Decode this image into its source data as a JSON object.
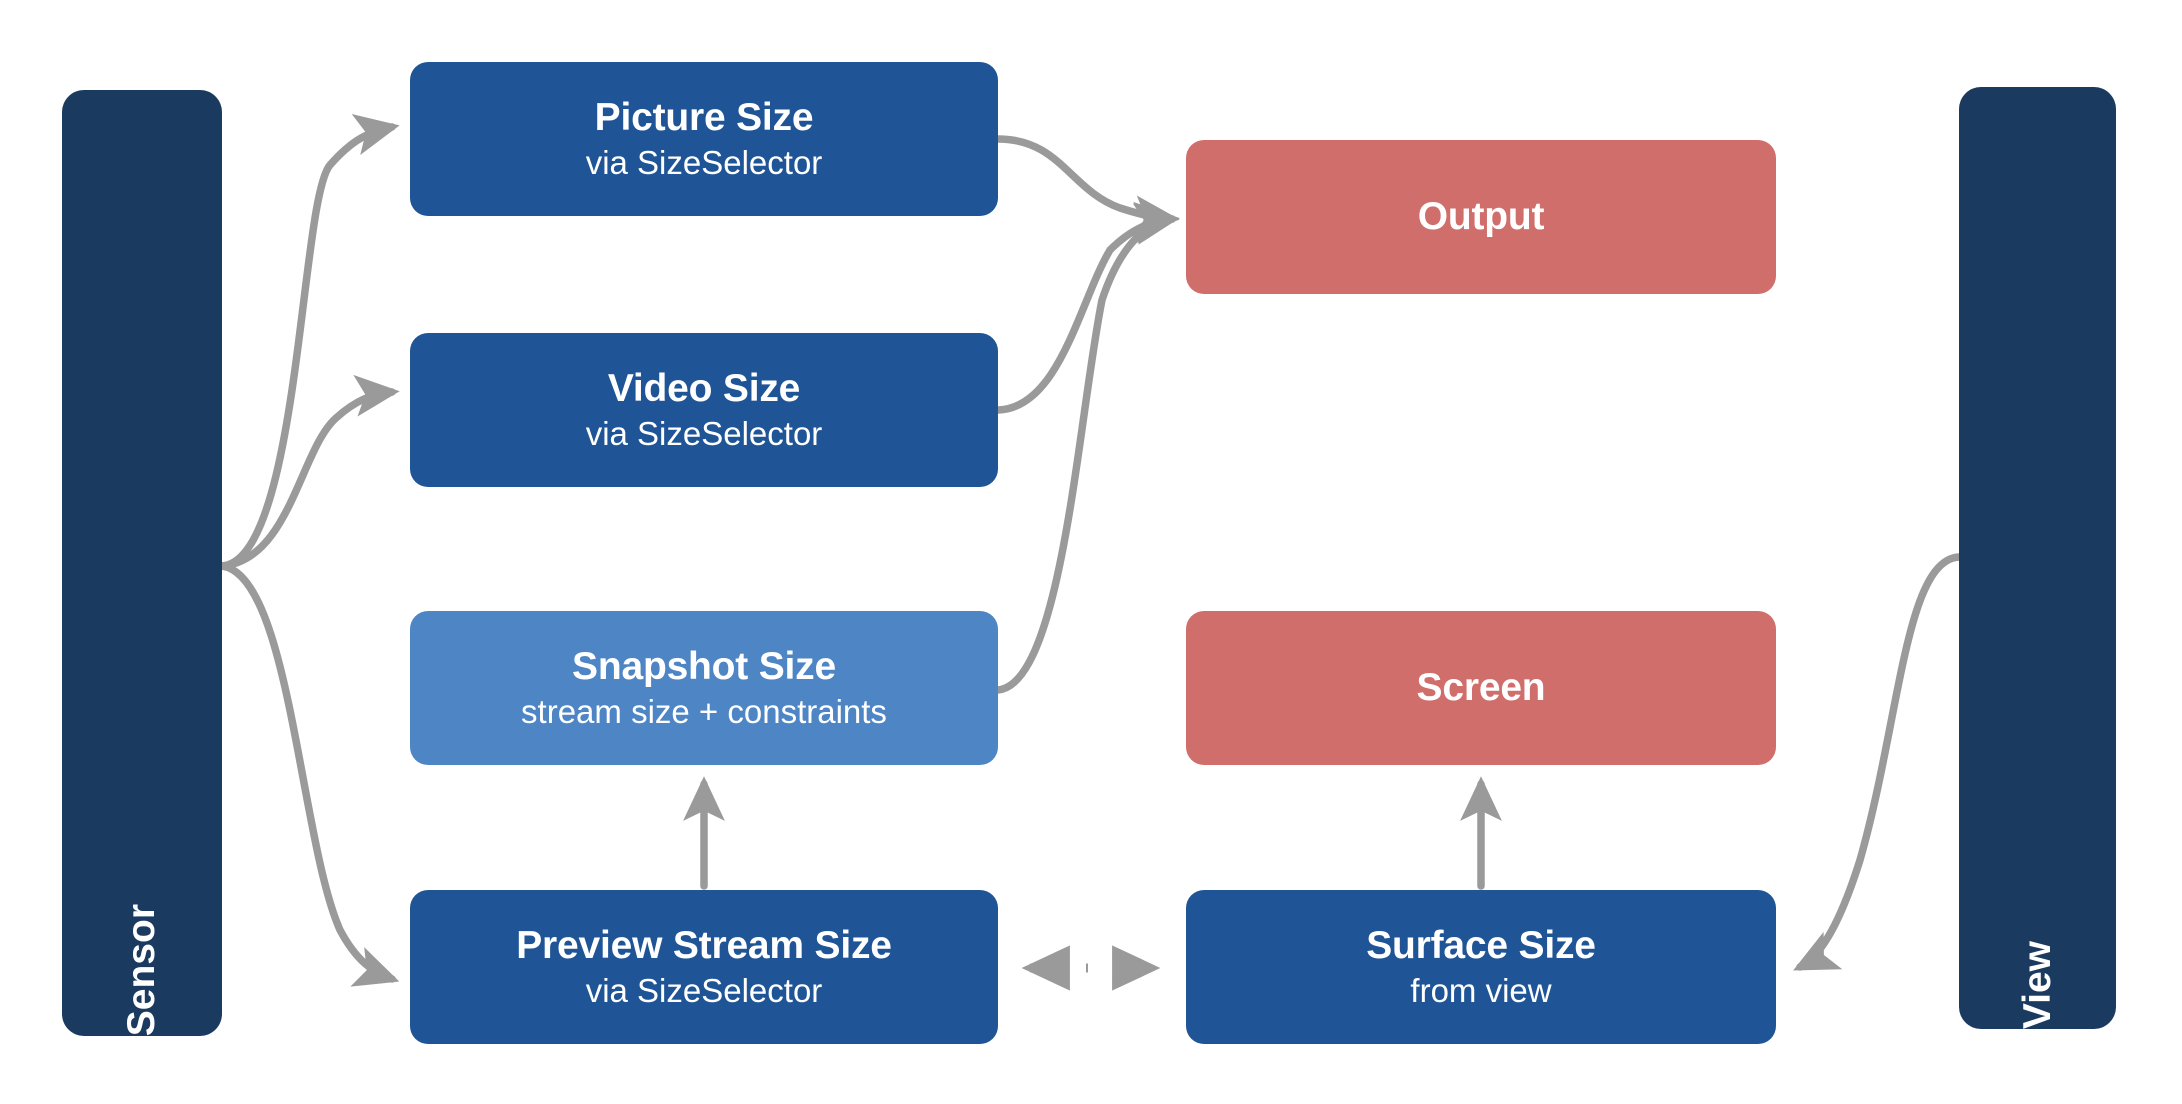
{
  "diagram": {
    "background": "#ffffff",
    "edge_color": "#9a9a9a",
    "lanes": [
      {
        "id": "sensor",
        "label": "Sensor",
        "color": "#1b3a5f"
      },
      {
        "id": "view",
        "label": "View",
        "color": "#1b3a5f"
      }
    ],
    "nodes": [
      {
        "id": "picture",
        "title": "Picture Size",
        "subtitle": "via SizeSelector",
        "color": "#1f5596"
      },
      {
        "id": "video",
        "title": "Video Size",
        "subtitle": "via SizeSelector",
        "color": "#1f5596"
      },
      {
        "id": "snapshot",
        "title": "Snapshot Size",
        "subtitle": "stream size + constraints",
        "color": "#4e85c5"
      },
      {
        "id": "preview",
        "title": "Preview Stream Size",
        "subtitle": "via SizeSelector",
        "color": "#1f5596"
      },
      {
        "id": "output",
        "title": "Output",
        "subtitle": "",
        "color": "#cf6e6a"
      },
      {
        "id": "screen",
        "title": "Screen",
        "subtitle": "",
        "color": "#cf6e6a"
      },
      {
        "id": "surface",
        "title": "Surface Size",
        "subtitle": "from view",
        "color": "#1f5596"
      }
    ],
    "edges": [
      {
        "from": "sensor",
        "to": "picture",
        "style": "curved-arrow"
      },
      {
        "from": "sensor",
        "to": "video",
        "style": "curved-arrow"
      },
      {
        "from": "sensor",
        "to": "preview",
        "style": "curved-arrow"
      },
      {
        "from": "picture",
        "to": "output",
        "style": "curved-arrow"
      },
      {
        "from": "video",
        "to": "output",
        "style": "curved-arrow"
      },
      {
        "from": "snapshot",
        "to": "output",
        "style": "curved-arrow"
      },
      {
        "from": "preview",
        "to": "snapshot",
        "style": "straight-arrow"
      },
      {
        "from": "surface",
        "to": "screen",
        "style": "straight-arrow"
      },
      {
        "from": "view",
        "to": "surface",
        "style": "curved-arrow"
      },
      {
        "from": "preview",
        "to": "surface",
        "style": "dotted-bidirectional"
      }
    ]
  }
}
